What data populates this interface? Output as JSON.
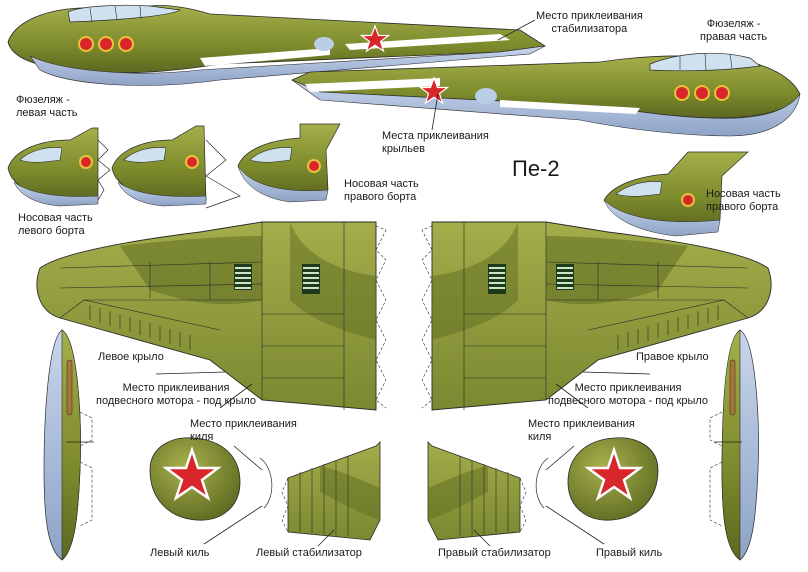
{
  "title": "Пе-2",
  "labels": {
    "stab_place": "Место приклеивания\nстабилизатора",
    "fuselage_right": "Фюзеляж -\nправая часть",
    "fuselage_left": "Фюзеляж -\nлевая часть",
    "wings_place": "Места приклеивания\nкрыльев",
    "nose_left": "Носовая часть\nлевого борта",
    "nose_right_1": "Носовая часть\nправого борта",
    "nose_right_2": "Носовая часть\nправого борта",
    "left_wing": "Левое крыло",
    "right_wing": "Правое крыло",
    "motor_left": "Место приклеивания\nподвесного мотора - под крыло",
    "motor_right": "Место приклеивания\nподвесного мотора - под крыло",
    "fin_place_left": "Место приклеивания\nкиля",
    "fin_place_right": "Место приклеивания\nкиля",
    "left_fin": "Левый киль",
    "right_fin": "Правый киль",
    "left_stab": "Левый стабилизатор",
    "right_stab": "Правый стабилизатор"
  },
  "colors": {
    "olive": "#7d8a2c",
    "olive_dark": "#5f6b22",
    "olive_light": "#a4ad4a",
    "belly_blue": "#aebfdc",
    "star_red": "#d8262b",
    "line": "#222222"
  }
}
